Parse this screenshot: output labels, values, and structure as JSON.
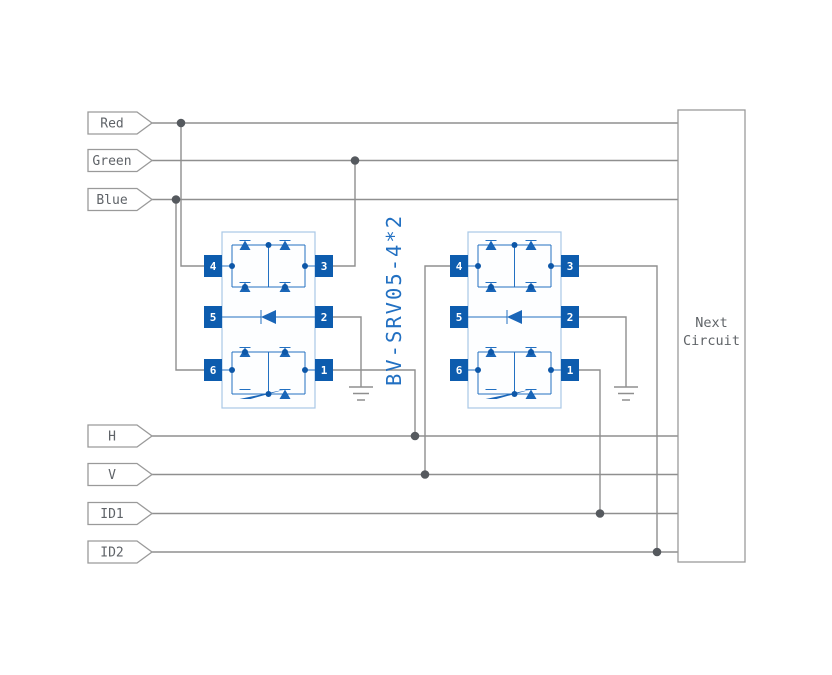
{
  "diagram": {
    "part_label": "BV-SRV05-4*2",
    "signals": [
      {
        "name": "red",
        "label": "Red"
      },
      {
        "name": "green",
        "label": "Green"
      },
      {
        "name": "blue",
        "label": "Blue"
      },
      {
        "name": "h",
        "label": "H"
      },
      {
        "name": "v",
        "label": "V"
      },
      {
        "name": "id1",
        "label": "ID1"
      },
      {
        "name": "id2",
        "label": "ID2"
      }
    ],
    "ic_pins": {
      "left": [
        "4",
        "5",
        "6"
      ],
      "right": [
        "3",
        "2",
        "1"
      ]
    },
    "next_circuit": {
      "line1": "Next",
      "line2": "Circuit"
    },
    "colors": {
      "wire": "#8f8f8f",
      "junction": "#55595e",
      "component_blue": "#2270c2",
      "pin_fill": "#0d5cae",
      "ic_border": "#a9c7e6",
      "label_text": "#5f6368",
      "outline": "#9a9a9a",
      "background": "#ffffff"
    }
  }
}
